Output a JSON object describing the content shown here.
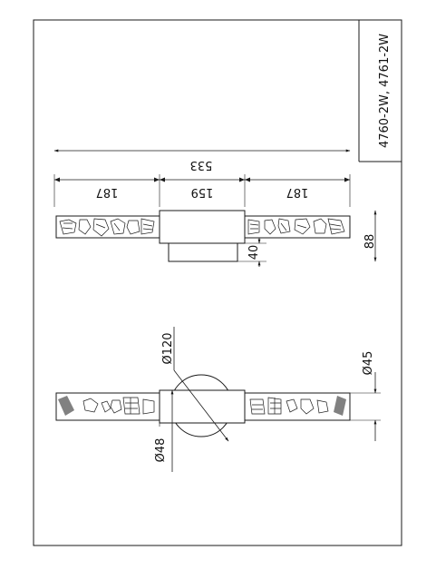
{
  "title_block": {
    "model_codes": "4760-2W, 4761-2W"
  },
  "dimensions": {
    "overall_length": "533",
    "left_segment": "187",
    "center_segment": "159",
    "right_segment": "187",
    "depth": "88",
    "base_offset": "40",
    "canopy_diameter": "Ø120",
    "arm_diameter": "Ø45",
    "body_diameter": "Ø48"
  },
  "colors": {
    "line": "#1a1a1a",
    "background": "#ffffff"
  }
}
